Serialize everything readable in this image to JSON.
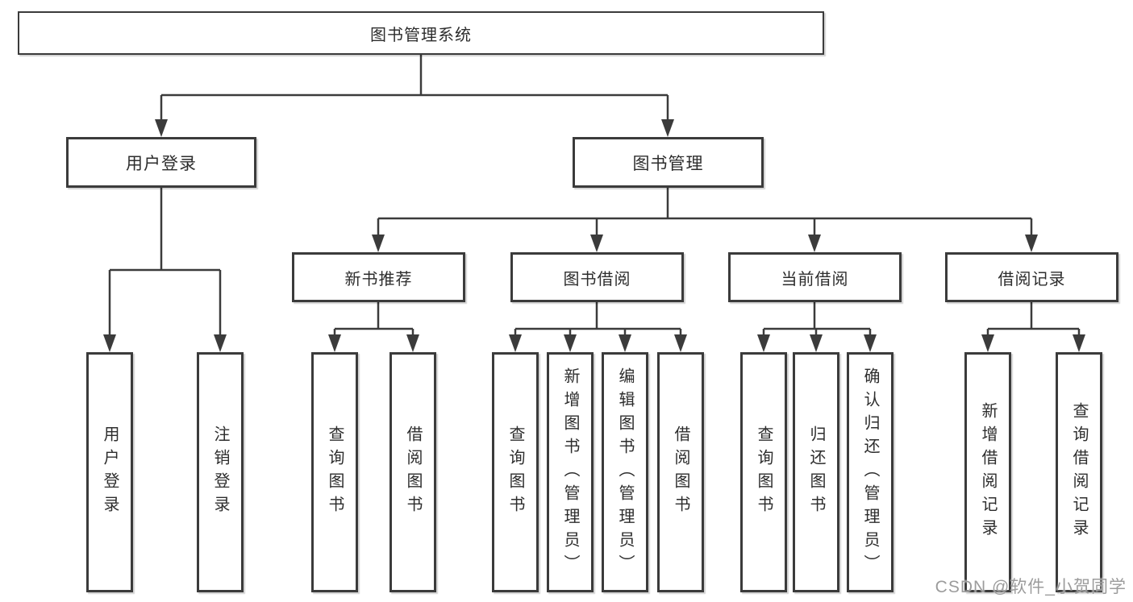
{
  "tree": {
    "root": {
      "label": "图书管理系统"
    },
    "children": [
      {
        "label": "用户登录",
        "children": [
          {
            "label": "用户登录"
          },
          {
            "label": "注销登录"
          }
        ]
      },
      {
        "label": "图书管理",
        "children": [
          {
            "label": "新书推荐",
            "children": [
              {
                "label": "查询图书"
              },
              {
                "label": "借阅图书"
              }
            ]
          },
          {
            "label": "图书借阅",
            "children": [
              {
                "label": "查询图书"
              },
              {
                "label": "新增图书（管理员）"
              },
              {
                "label": "编辑图书（管理员）"
              },
              {
                "label": "借阅图书"
              }
            ]
          },
          {
            "label": "当前借阅",
            "children": [
              {
                "label": "查询图书"
              },
              {
                "label": "归还图书"
              },
              {
                "label": "确认归还（管理员）"
              }
            ]
          },
          {
            "label": "借阅记录",
            "children": [
              {
                "label": "新增借阅记录"
              },
              {
                "label": "查询借阅记录"
              }
            ]
          }
        ]
      }
    ]
  },
  "watermark": "CSDN @软件_小贺同学",
  "colors": {
    "line": "#3b3b3b",
    "box_border": "#3b3b3b",
    "box_fill": "#ffffff",
    "text": "#2d2d2d",
    "watermark": "#9c9c9c"
  }
}
